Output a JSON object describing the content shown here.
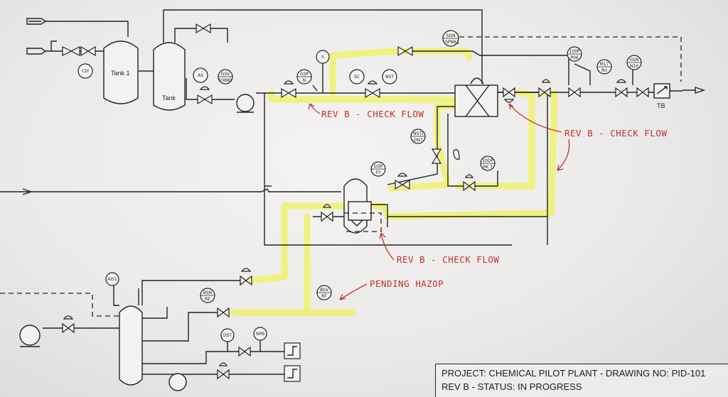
{
  "vessels": {
    "tank1": "Tank 1",
    "tank2": "Tank",
    "transmitter": "TB"
  },
  "instruments": [
    {
      "id": "ci",
      "lines": [
        "CI/I"
      ]
    },
    {
      "id": "as",
      "lines": [
        "AS"
      ]
    },
    {
      "id": "gsv",
      "lines": [
        "GSV",
        "10880"
      ]
    },
    {
      "id": "s",
      "lines": [
        "S"
      ]
    },
    {
      "id": "gsp",
      "lines": [
        "GSP",
        "N"
      ]
    },
    {
      "id": "sc",
      "lines": [
        "SC"
      ]
    },
    {
      "id": "nst",
      "lines": [
        "NST"
      ]
    },
    {
      "id": "sgn",
      "lines": [
        "SGN",
        "SPN6"
      ]
    },
    {
      "id": "100p",
      "lines": [
        "100P",
        "P06"
      ]
    },
    {
      "id": "m17",
      "lines": [
        "M17",
        "R0"
      ]
    },
    {
      "id": "gsn",
      "lines": [
        "GSN",
        "N10"
      ]
    },
    {
      "id": "nst2",
      "lines": [
        "NSTI",
        "ON7"
      ]
    },
    {
      "id": "10dp",
      "lines": [
        "10DP",
        "RK 7"
      ]
    },
    {
      "id": "gsr",
      "lines": [
        "GSR",
        "FY"
      ]
    },
    {
      "id": "ai",
      "lines": [
        "AI51"
      ]
    },
    {
      "id": "bsn",
      "lines": [
        "BSN",
        "RE"
      ]
    },
    {
      "id": "bsv",
      "lines": [
        "BSV",
        "RT"
      ]
    },
    {
      "id": "dst",
      "lines": [
        "DST"
      ]
    },
    {
      "id": "npb",
      "lines": [
        "NPB"
      ]
    }
  ],
  "annotations": {
    "rev_b_1": "REV B - CHECK FLOW",
    "rev_b_2": "REV B - CHECK FLOW",
    "rev_b_3": "REV B - CHECK FLOW",
    "pending": "PENDING HAZOP"
  },
  "title_block": {
    "line1": "PROJECT: CHEMICAL PILOT PLANT - DRAWING NO: PID-101",
    "line2": "REV B - STATUS: IN PROGRESS"
  },
  "colors": {
    "highlight": "#eef26a",
    "annotation": "#c0302c",
    "ink": "#222222"
  }
}
